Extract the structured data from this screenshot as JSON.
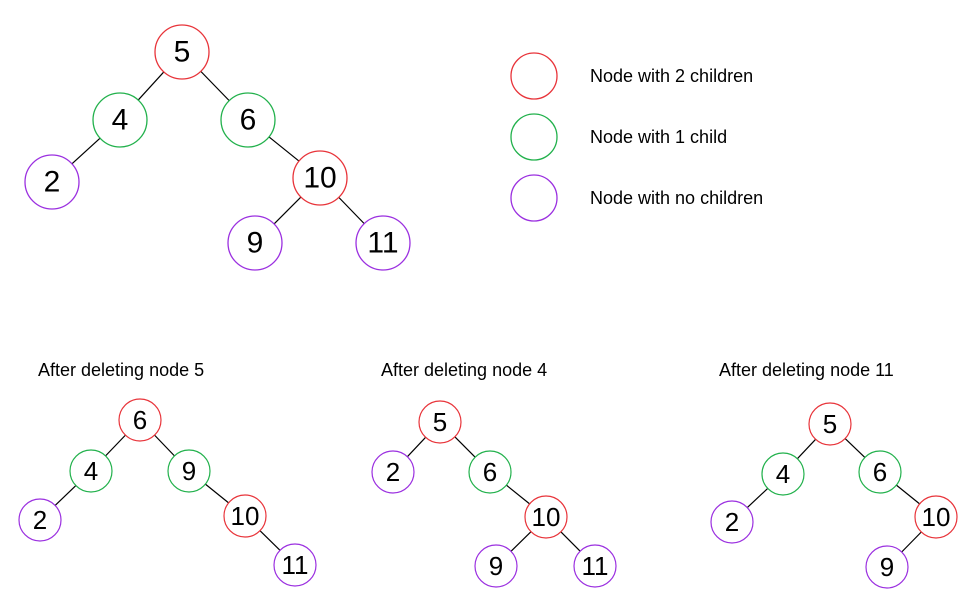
{
  "colors": {
    "two_children": "#e8343a",
    "one_child": "#22b14c",
    "no_children": "#9b30e0",
    "edge": "#000000"
  },
  "legend": [
    {
      "type": "two_children",
      "label": "Node with 2 children"
    },
    {
      "type": "one_child",
      "label": "Node with 1 child"
    },
    {
      "type": "no_children",
      "label": "Node with no children"
    }
  ],
  "trees": [
    {
      "id": "original",
      "caption": "",
      "nodes": [
        {
          "id": "n5",
          "value": "5",
          "type": "two_children"
        },
        {
          "id": "n4",
          "value": "4",
          "type": "one_child"
        },
        {
          "id": "n6",
          "value": "6",
          "type": "one_child"
        },
        {
          "id": "n2",
          "value": "2",
          "type": "no_children"
        },
        {
          "id": "n10",
          "value": "10",
          "type": "two_children"
        },
        {
          "id": "n9",
          "value": "9",
          "type": "no_children"
        },
        {
          "id": "n11",
          "value": "11",
          "type": "no_children"
        }
      ],
      "edges": [
        [
          "n5",
          "n4"
        ],
        [
          "n5",
          "n6"
        ],
        [
          "n4",
          "n2"
        ],
        [
          "n6",
          "n10"
        ],
        [
          "n10",
          "n9"
        ],
        [
          "n10",
          "n11"
        ]
      ]
    },
    {
      "id": "after-5",
      "caption": "After deleting node 5",
      "nodes": [
        {
          "id": "n6",
          "value": "6",
          "type": "two_children"
        },
        {
          "id": "n4",
          "value": "4",
          "type": "one_child"
        },
        {
          "id": "n9",
          "value": "9",
          "type": "one_child"
        },
        {
          "id": "n2",
          "value": "2",
          "type": "no_children"
        },
        {
          "id": "n10",
          "value": "10",
          "type": "two_children"
        },
        {
          "id": "n11",
          "value": "11",
          "type": "no_children"
        }
      ],
      "edges": [
        [
          "n6",
          "n4"
        ],
        [
          "n6",
          "n9"
        ],
        [
          "n4",
          "n2"
        ],
        [
          "n9",
          "n10"
        ],
        [
          "n10",
          "n11"
        ]
      ]
    },
    {
      "id": "after-4",
      "caption": "After deleting node 4",
      "nodes": [
        {
          "id": "n5",
          "value": "5",
          "type": "two_children"
        },
        {
          "id": "n2",
          "value": "2",
          "type": "no_children"
        },
        {
          "id": "n6",
          "value": "6",
          "type": "one_child"
        },
        {
          "id": "n10",
          "value": "10",
          "type": "two_children"
        },
        {
          "id": "n9",
          "value": "9",
          "type": "no_children"
        },
        {
          "id": "n11",
          "value": "11",
          "type": "no_children"
        }
      ],
      "edges": [
        [
          "n5",
          "n2"
        ],
        [
          "n5",
          "n6"
        ],
        [
          "n6",
          "n10"
        ],
        [
          "n10",
          "n9"
        ],
        [
          "n10",
          "n11"
        ]
      ]
    },
    {
      "id": "after-11",
      "caption": "After deleting node 11",
      "nodes": [
        {
          "id": "n5",
          "value": "5",
          "type": "two_children"
        },
        {
          "id": "n4",
          "value": "4",
          "type": "one_child"
        },
        {
          "id": "n6",
          "value": "6",
          "type": "one_child"
        },
        {
          "id": "n2",
          "value": "2",
          "type": "no_children"
        },
        {
          "id": "n10",
          "value": "10",
          "type": "two_children"
        },
        {
          "id": "n9",
          "value": "9",
          "type": "no_children"
        }
      ],
      "edges": [
        [
          "n5",
          "n4"
        ],
        [
          "n5",
          "n6"
        ],
        [
          "n4",
          "n2"
        ],
        [
          "n6",
          "n10"
        ],
        [
          "n10",
          "n9"
        ]
      ]
    }
  ]
}
